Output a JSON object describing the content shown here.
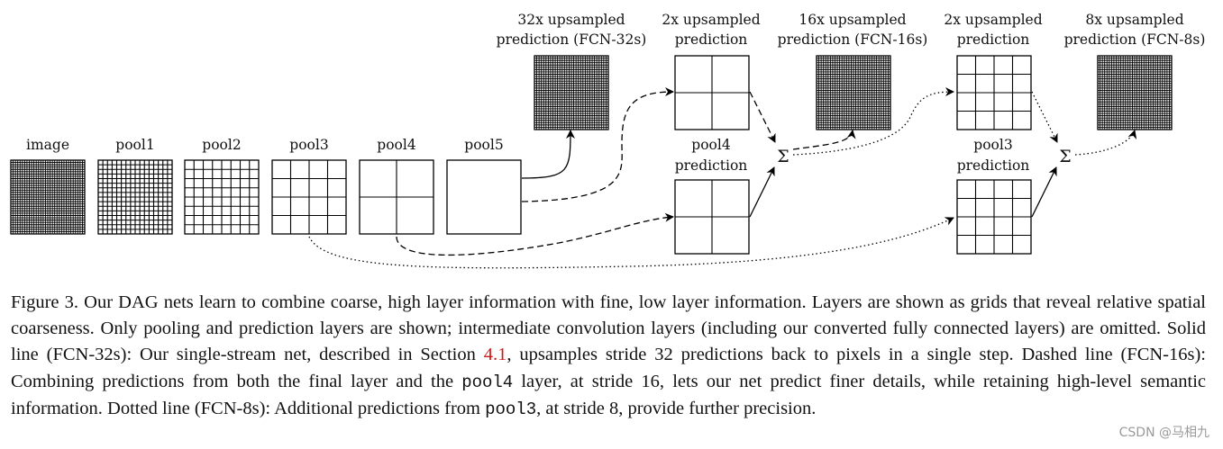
{
  "diagram": {
    "layer_labels": {
      "image": "image",
      "pool1": "pool1",
      "pool2": "pool2",
      "pool3": "pool3",
      "pool4": "pool4",
      "pool5": "pool5"
    },
    "prediction_labels": {
      "up32": [
        "32x upsampled",
        "prediction (FCN-32s)"
      ],
      "up2a": [
        "2x upsampled",
        "prediction"
      ],
      "up16": [
        "16x upsampled",
        "prediction (FCN-16s)"
      ],
      "up2b": [
        "2x upsampled",
        "prediction"
      ],
      "up8": [
        "8x upsampled",
        "prediction (FCN-8s)"
      ],
      "pool4pred": [
        "pool4",
        "prediction"
      ],
      "pool3pred": [
        "pool3",
        "prediction"
      ]
    },
    "sum_symbol": "Σ",
    "grid_divisions": {
      "image": 32,
      "pool1": 16,
      "pool2": 8,
      "pool3": 4,
      "pool4": 2,
      "pool5": 1,
      "up32": 32,
      "up2a": 2,
      "up16": 32,
      "up2b": 4,
      "up8": 32,
      "pool4pred": 2,
      "pool3pred": 4
    }
  },
  "caption": {
    "p1": "Figure 3.  Our DAG nets learn to combine coarse, high layer information with fine, low layer information. Layers are shown as grids that reveal relative spatial coarseness. Only pooling and prediction layers are shown; intermediate convolution layers (including our converted fully connected layers) are omitted. Solid line (FCN-32s): Our single-stream net, described in Section ",
    "ref": "4.1",
    "p2": ", upsamples stride 32 predictions back to pixels in a single step. Dashed line (FCN-16s): Combining predictions from both the final layer and the ",
    "mono1": "pool4",
    "p3": " layer, at stride 16, lets our net predict finer details, while retaining high-level semantic information. Dotted line (FCN-8s): Additional predictions from ",
    "mono2": "pool3",
    "p4": ", at stride 8, provide further precision."
  },
  "watermark": "CSDN @马相九"
}
